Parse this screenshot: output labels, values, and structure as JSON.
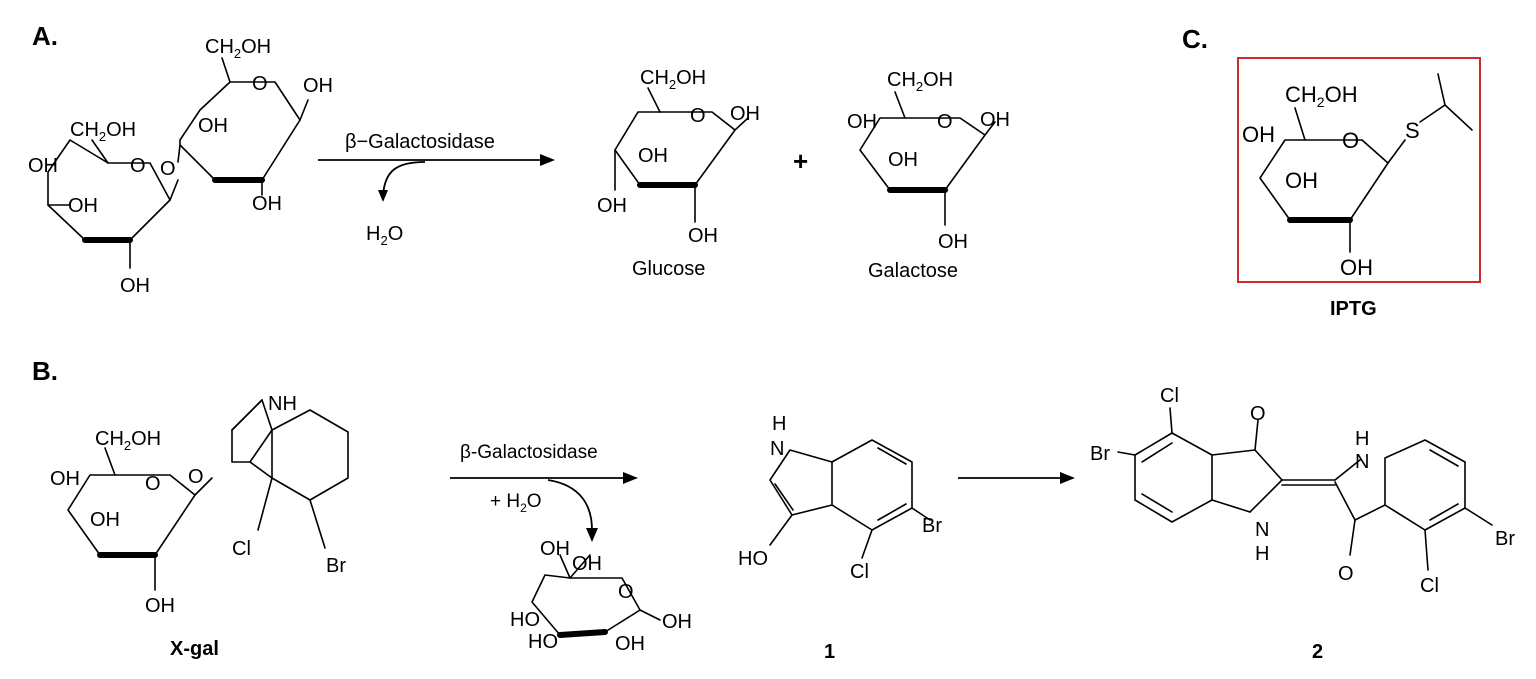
{
  "panels": {
    "a": {
      "label": "A."
    },
    "b": {
      "label": "B."
    },
    "c": {
      "label": "C."
    }
  },
  "panel_a": {
    "enzyme": "β−Galactosidase",
    "water_h": "H",
    "water_sub": "2",
    "water_o": "O",
    "plus": "+",
    "lactose_groups": [
      "CH",
      "2",
      "OH",
      "OH",
      "OH",
      "CH",
      "2",
      "OH",
      "OH",
      "OH",
      "OH",
      "OH"
    ],
    "glucose": {
      "name": "Glucose",
      "ch2oh_a": "CH",
      "ch2oh_sub": "2",
      "ch2oh_b": "OH",
      "oh_top_right": "OH",
      "oh_mid": "OH",
      "oh_left": "OH",
      "oh_bottom": "OH"
    },
    "galactose": {
      "name": "Galactose",
      "ch2oh_a": "CH",
      "ch2oh_sub": "2",
      "ch2oh_b": "OH",
      "oh_left": "OH",
      "oh_top_right": "OH",
      "oh_mid": "OH",
      "oh_bottom": "OH"
    }
  },
  "panel_b": {
    "xgal": {
      "name": "X-gal",
      "ch2oh_a": "CH",
      "ch2oh_sub": "2",
      "ch2oh_b": "OH",
      "oh_left": "OH",
      "oh_mid": "OH",
      "oh_bottom": "OH",
      "nh": "NH",
      "cl": "Cl",
      "br": "Br"
    },
    "enzyme": "β-Galactosidase",
    "water": "+ H",
    "water_sub": "2",
    "water_o": "O",
    "sugar_groups": [
      "OH",
      "OH",
      "HO",
      "HO",
      "OH",
      "OH"
    ],
    "compound1": {
      "name": "1",
      "nh_h": "H",
      "nh_n": "N",
      "ho": "HO",
      "cl": "Cl",
      "br": "Br"
    },
    "compound2": {
      "name": "2",
      "cl_top": "Cl",
      "br_left": "Br",
      "o_top": "O",
      "nh_top_h": "H",
      "nh_top_n": "N",
      "nh_bottom_n": "N",
      "nh_bottom_h": "H",
      "o_bottom": "O",
      "br_right": "Br",
      "cl_bottom": "Cl"
    }
  },
  "panel_c": {
    "name": "IPTG",
    "ch2oh_a": "CH",
    "ch2oh_sub": "2",
    "ch2oh_b": "OH",
    "oh_left": "OH",
    "ring_o": "O",
    "s": "S",
    "oh_mid": "OH",
    "oh_bottom": "OH",
    "box_color": "#cc2a2a"
  }
}
